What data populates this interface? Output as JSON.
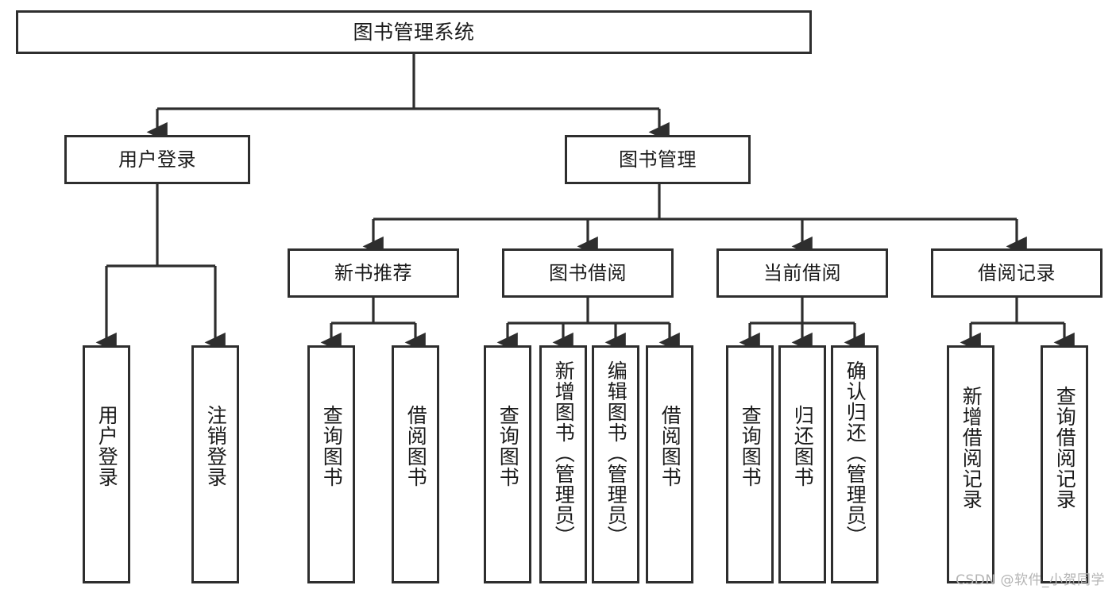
{
  "diagram": {
    "title": "图书管理系统",
    "type": "tree-hierarchy-chart",
    "watermark": "CSDN @软件_小贺同学",
    "stroke_color": "#2e2e2e",
    "background_color": "#ffffff",
    "text_color": "#1a1a1a"
  },
  "nodes": {
    "root": {
      "label": "图书管理系统"
    },
    "level2": [
      {
        "label": "用户登录"
      },
      {
        "label": "图书管理"
      }
    ],
    "level3": [
      {
        "label": "新书推荐"
      },
      {
        "label": "图书借阅"
      },
      {
        "label": "当前借阅"
      },
      {
        "label": "借阅记录"
      }
    ],
    "leaves": {
      "user_login": [
        {
          "label": "用户登录"
        },
        {
          "label": "注销登录"
        }
      ],
      "new_book_recommend": [
        {
          "label": "查询图书"
        },
        {
          "label": "借阅图书"
        }
      ],
      "book_borrow": [
        {
          "label": "查询图书"
        },
        {
          "label": "新增图书（管理员）"
        },
        {
          "label": "编辑图书（管理员）"
        },
        {
          "label": "借阅图书"
        }
      ],
      "current_borrow": [
        {
          "label": "查询图书"
        },
        {
          "label": "归还图书"
        },
        {
          "label": "确认归还（管理员）"
        }
      ],
      "borrow_record": [
        {
          "label": "新增借阅记录"
        },
        {
          "label": "查询借阅记录"
        }
      ]
    }
  }
}
